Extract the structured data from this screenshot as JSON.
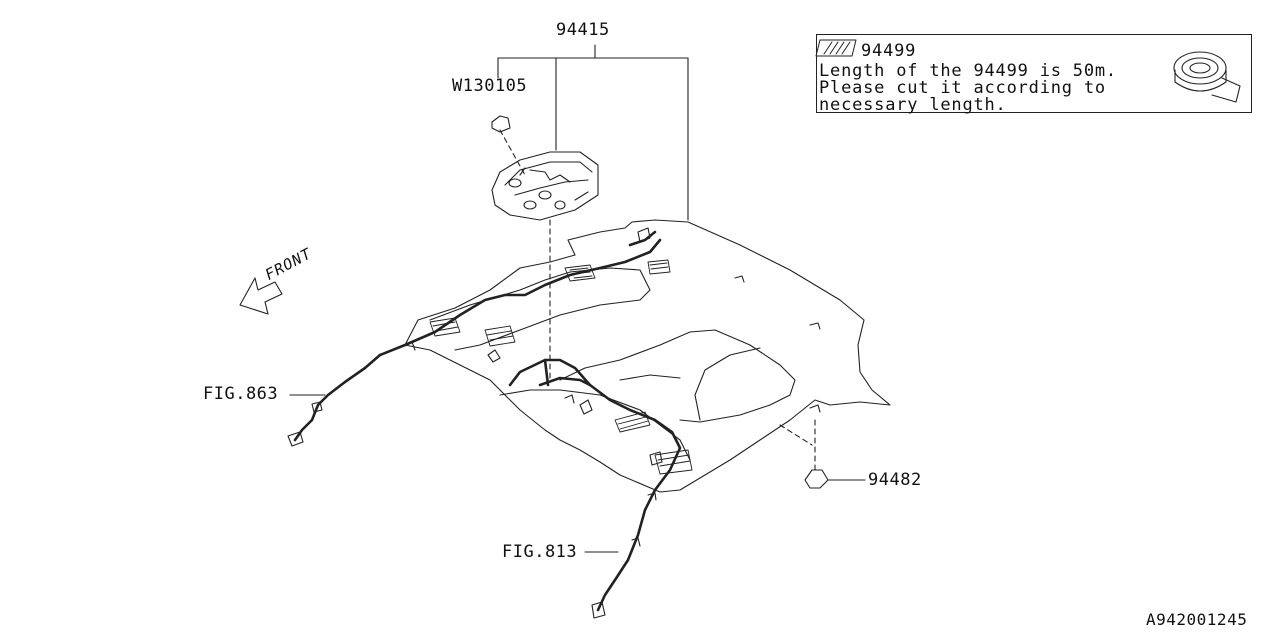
{
  "labels": {
    "part_94415": "94415",
    "part_w130105": "W130105",
    "part_94482": "94482",
    "fig_863": "FIG.863",
    "fig_813": "FIG.813",
    "front": "FRONT",
    "diagram_id": "A942001245"
  },
  "note": {
    "part": "94499",
    "line1": "Length of the 94499 is 50m.",
    "line2": "Please cut it according to",
    "line3": "necessary length."
  }
}
